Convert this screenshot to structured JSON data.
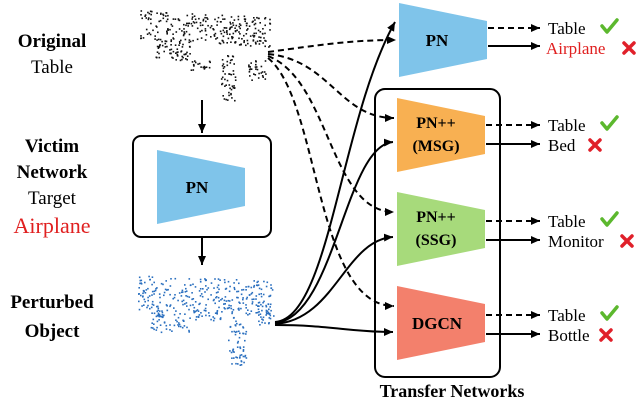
{
  "left_panel": {
    "original": {
      "title": "Original",
      "subtitle": "Table"
    },
    "victim": {
      "title_line1": "Victim",
      "title_line2": "Network",
      "target_label": "Target",
      "target_value": "Airplane"
    },
    "perturbed": {
      "title_line1": "Perturbed",
      "title_line2": "Object"
    },
    "victim_model": "PN"
  },
  "networks": {
    "pn": {
      "label": "PN",
      "color": "#7fc4ea"
    },
    "msg": {
      "label_line1": "PN++",
      "label_line2": "(MSG)",
      "color": "#f8b052"
    },
    "ssg": {
      "label_line1": "PN++",
      "label_line2": "(SSG)",
      "color": "#a7da7b"
    },
    "dgcn": {
      "label": "DGCN",
      "color": "#f3806c"
    },
    "victim_color": "#7fc4ea"
  },
  "transfer_group_label": "Transfer Networks",
  "predictions": [
    {
      "clean": "Table",
      "adv": "Airplane",
      "adv_color": "#e02020"
    },
    {
      "clean": "Table",
      "adv": "Bed"
    },
    {
      "clean": "Table",
      "adv": "Monitor"
    },
    {
      "clean": "Table",
      "adv": "Bottle"
    }
  ],
  "colors": {
    "check": "#5cb82e",
    "cross": "#e0202a",
    "original_points": "#111111",
    "perturbed_points": "#2a6fbf"
  }
}
